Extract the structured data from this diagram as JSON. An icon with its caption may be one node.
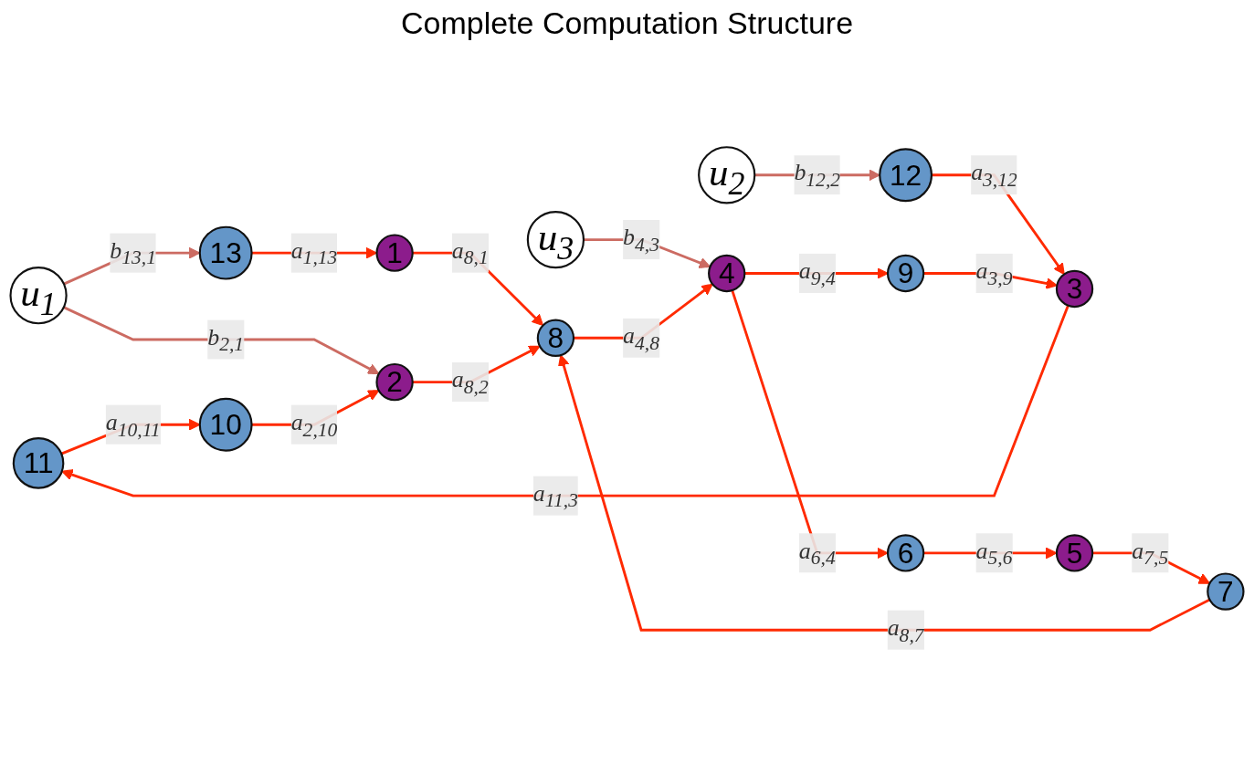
{
  "diagram": {
    "title": "Complete Computation Structure",
    "nodes": [
      {
        "text": [
          "11"
        ]
      },
      {
        "text": [
          "u$_{2}$"
        ]
      },
      {
        "text": [
          "12"
        ]
      },
      {
        "text": [
          "10"
        ]
      },
      {
        "text": [
          "3"
        ]
      },
      {
        "text": [
          "2"
        ]
      },
      {
        "text": [
          "u$_{1}$"
        ]
      },
      {
        "text": [
          "9"
        ]
      },
      {
        "text": [
          "13"
        ]
      },
      {
        "text": [
          "8"
        ]
      },
      {
        "text": [
          "1"
        ]
      },
      {
        "text": [
          "4"
        ]
      },
      {
        "text": [
          "u$_{3}$"
        ]
      },
      {
        "text": [
          "7"
        ]
      },
      {
        "text": [
          "6"
        ]
      },
      {
        "text": [
          "5"
        ]
      }
    ],
    "edges": [
      {
        "from": 6,
        "to": 5,
        "arrow": "to",
        "label": "b$_{2,1}$",
        "color": "#cc6b62"
      },
      {
        "from": 6,
        "to": 8,
        "arrow": "to",
        "label": "b$_{13,1}$",
        "color": "#cc6b62"
      },
      {
        "from": 1,
        "to": 2,
        "arrow": "to",
        "label": "b$_{12,2}$",
        "color": "#cc6b62"
      },
      {
        "from": 12,
        "to": 11,
        "arrow": "to",
        "label": "b$_{4,3}$",
        "color": "#cc6b62"
      },
      {
        "from": 8,
        "to": 10,
        "arrow": "to",
        "label": "a$_{1,13}$"
      },
      {
        "from": 10,
        "to": 9,
        "arrow": "to",
        "label": "a$_{8,1}$"
      },
      {
        "from": 5,
        "to": 9,
        "arrow": "to",
        "label": "a$_{8,2}$"
      },
      {
        "from": 3,
        "to": 5,
        "arrow": "to",
        "label": "a$_{2,10}$"
      },
      {
        "from": 0,
        "to": 3,
        "arrow": "to",
        "label": "a$_{10,11}$"
      },
      {
        "from": 4,
        "to": 0,
        "arrow": "to",
        "label": "a$_{11,3}$"
      },
      {
        "from": 2,
        "to": 4,
        "arrow": "to",
        "label": "a$_{3,12}$"
      },
      {
        "from": 7,
        "to": 4,
        "arrow": "to",
        "label": "a$_{3,9}$"
      },
      {
        "from": 11,
        "to": 7,
        "arrow": "to",
        "label": "a$_{9,4}$"
      },
      {
        "from": 9,
        "to": 11,
        "arrow": "to",
        "label": "a$_{4,8}$"
      },
      {
        "from": 11,
        "to": 14,
        "arrow": "to",
        "label": "a$_{6,4}$"
      },
      {
        "from": 14,
        "to": 15,
        "arrow": "to",
        "label": "a$_{5,6}$"
      },
      {
        "from": 15,
        "to": 13,
        "arrow": "to",
        "label": "a$_{7,5}$"
      },
      {
        "from": 13,
        "to": 9,
        "arrow": "to",
        "label": "a$_{8,7}$"
      }
    ]
  }
}
